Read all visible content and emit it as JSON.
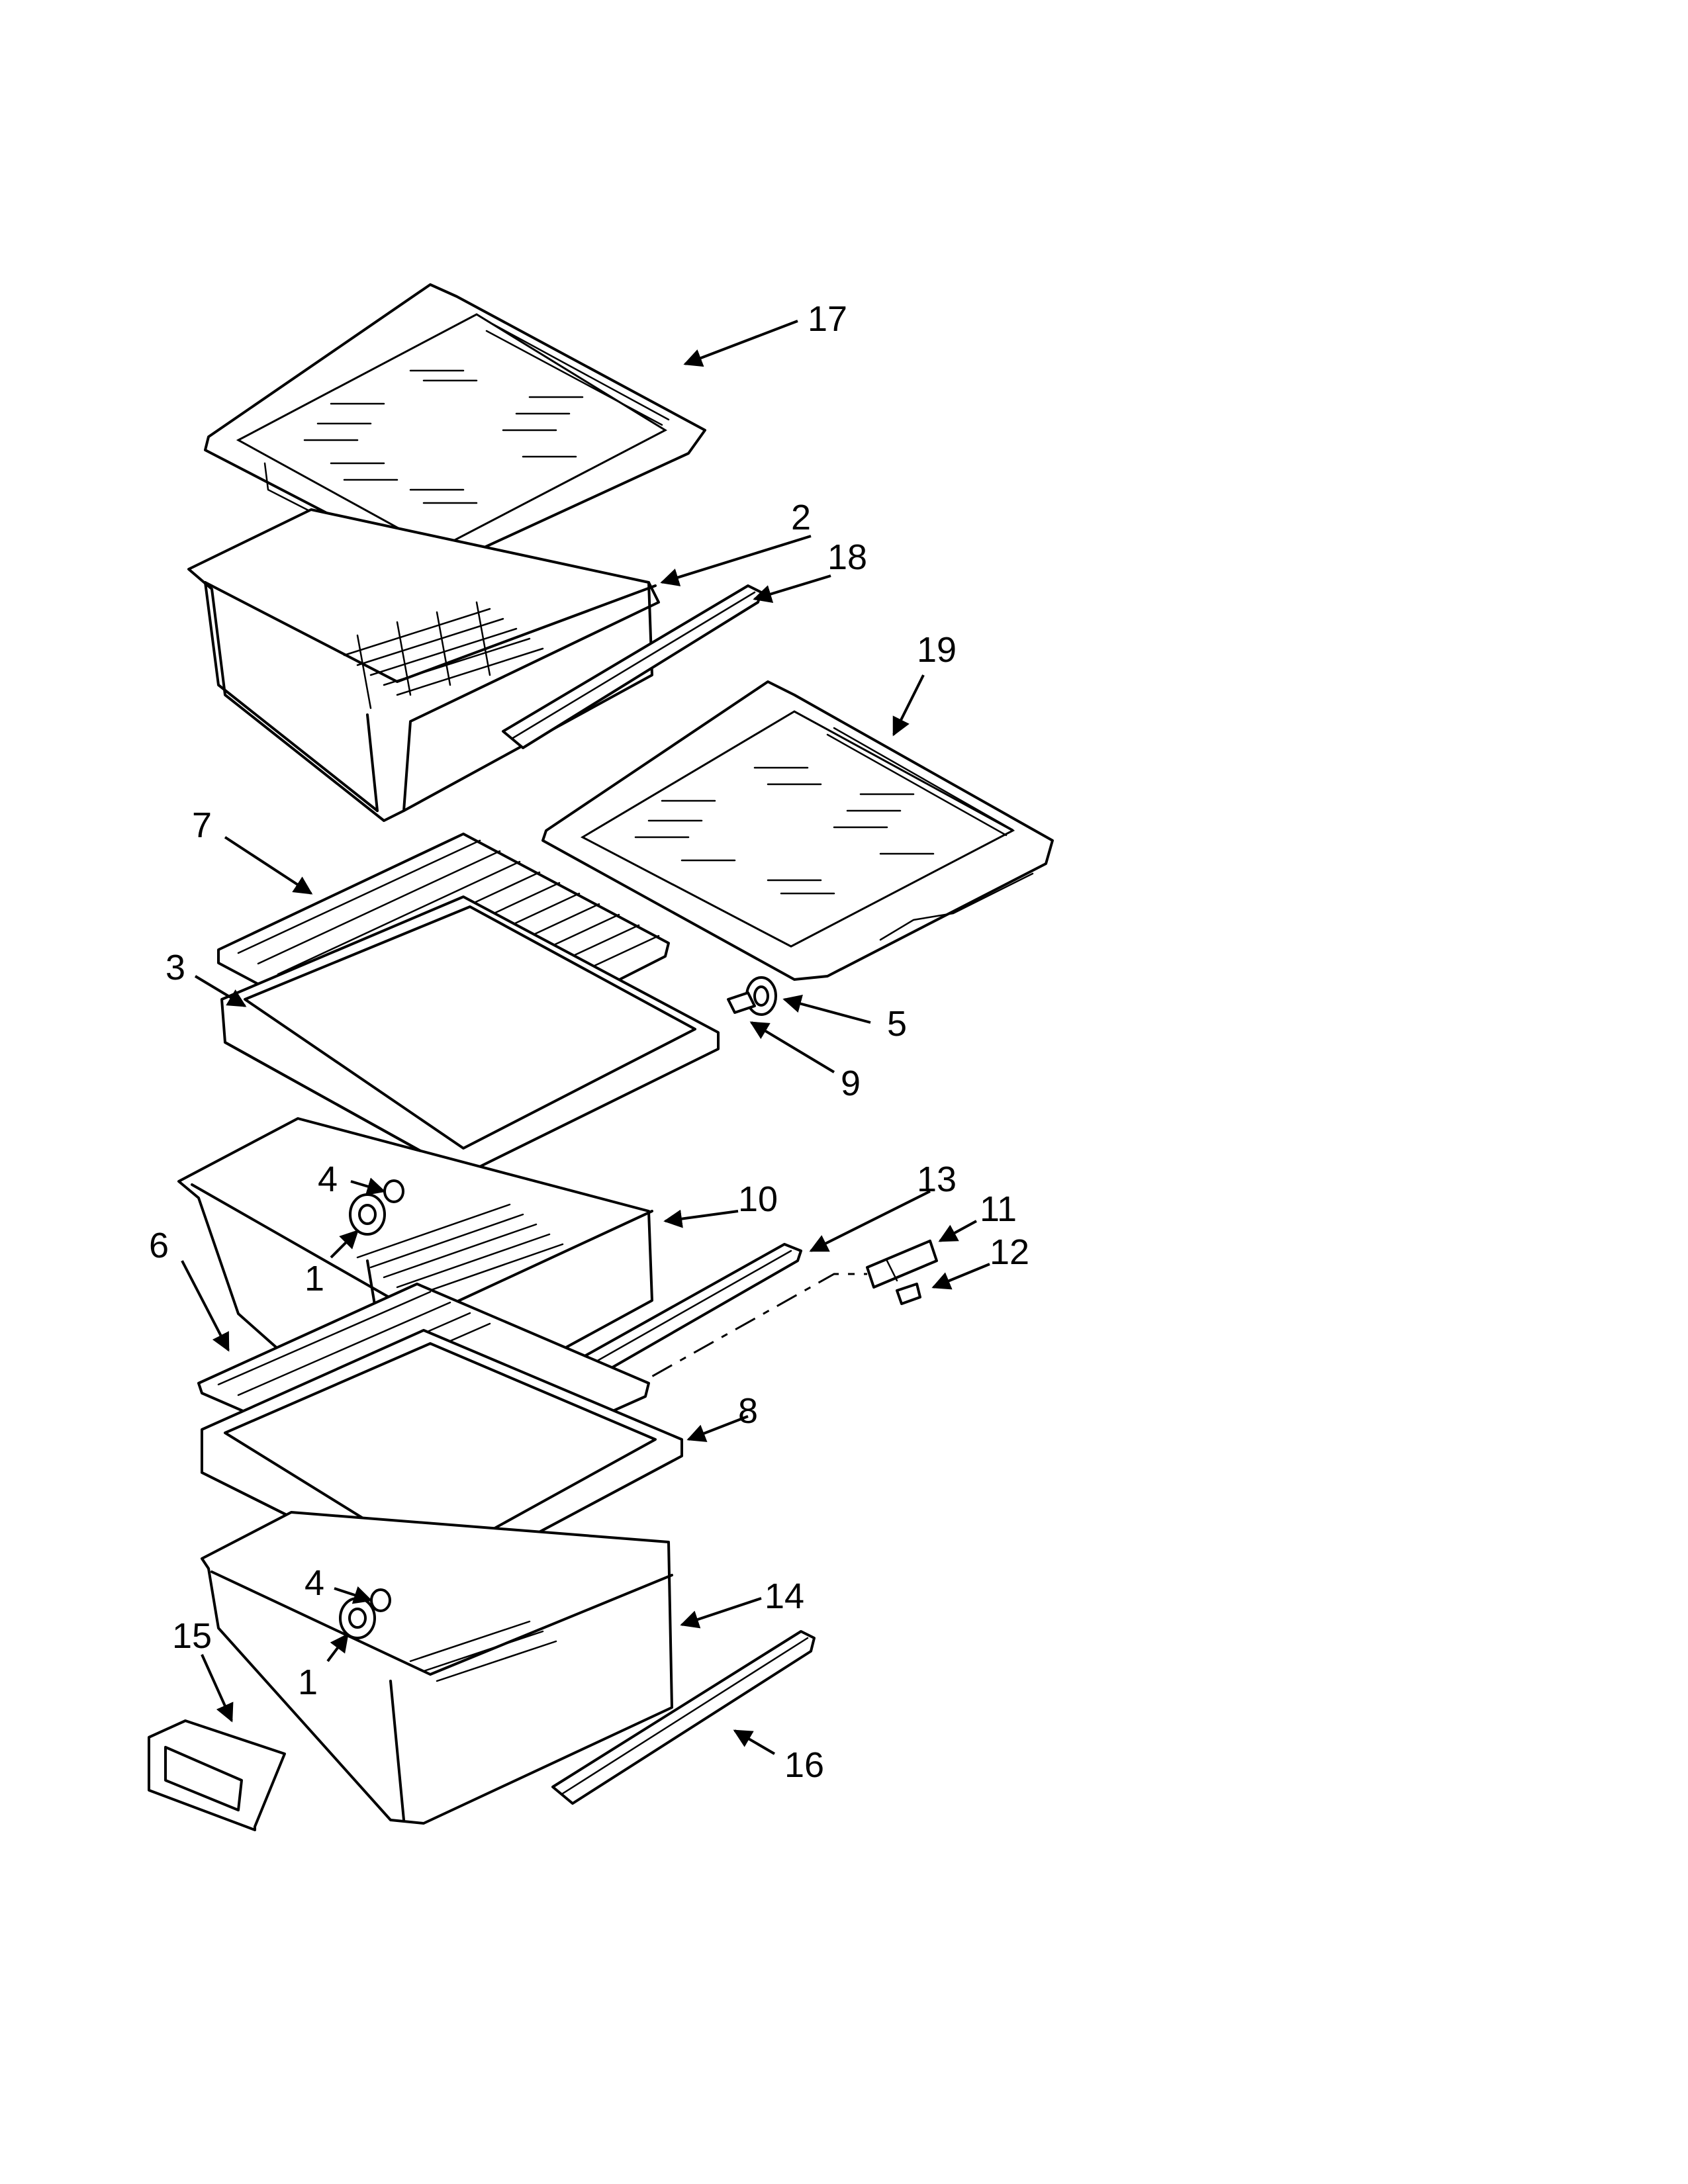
{
  "labels": {
    "p1a": "1",
    "p1b": "1",
    "p2": "2",
    "p3": "3",
    "p4a": "4",
    "p4b": "4",
    "p5": "5",
    "p6": "6",
    "p7": "7",
    "p8": "8",
    "p9": "9",
    "p10": "10",
    "p11": "11",
    "p12": "12",
    "p13": "13",
    "p14": "14",
    "p15": "15",
    "p16": "16",
    "p17": "17",
    "p18": "18",
    "p19": "19"
  }
}
